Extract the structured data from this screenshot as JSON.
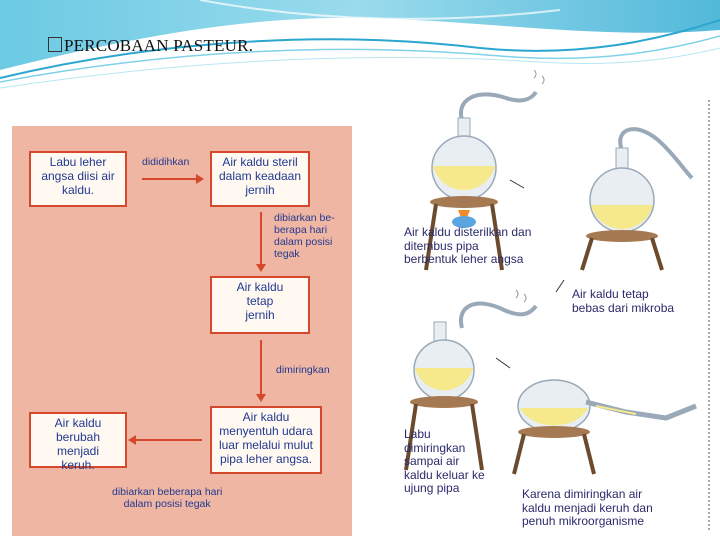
{
  "slide": {
    "title": "PERCOBAAN PASTEUR."
  },
  "flowchart": {
    "box1": [
      "Labu leher",
      "angsa diisi air",
      "kaldu."
    ],
    "label1": "dididihkan",
    "box2": [
      "Air kaldu steril",
      "dalam keadaan",
      "jernih"
    ],
    "label2": [
      "dibiarkan be-",
      "berapa hari",
      "dalam posisi",
      "tegak"
    ],
    "box3": [
      "Air kaldu",
      "tetap",
      "jernih"
    ],
    "label3": "dimiringkan",
    "box4": [
      "Air kaldu",
      "menyentuh udara",
      "luar melalui mulut",
      "pipa leher angsa."
    ],
    "box5": [
      "Air kaldu",
      "berubah menjadi",
      "keruh."
    ],
    "label5": [
      "dibiarkan beberapa hari",
      "dalam posisi tegak"
    ]
  },
  "illustration": {
    "caption1": [
      "Air kaldu disterilkan dan",
      "ditembus pipa",
      "berbentuk leher angsa"
    ],
    "caption2": [
      "Air kaldu tetap",
      "bebas dari mikroba"
    ],
    "caption3": [
      "Labu",
      "dimiringkan",
      "sampai air",
      "kaldu keluar ke",
      "ujung pipa"
    ],
    "caption4": [
      "Karena dimiringkan air",
      "kaldu menjadi keruh dan",
      "penuh mikroorganisme"
    ]
  },
  "colors": {
    "flow_bg": "#f0b6a4",
    "box_border": "#d5482c",
    "text_blue": "#21398f",
    "liquid": "#f6e98c",
    "stand": "#7a5a3c"
  }
}
